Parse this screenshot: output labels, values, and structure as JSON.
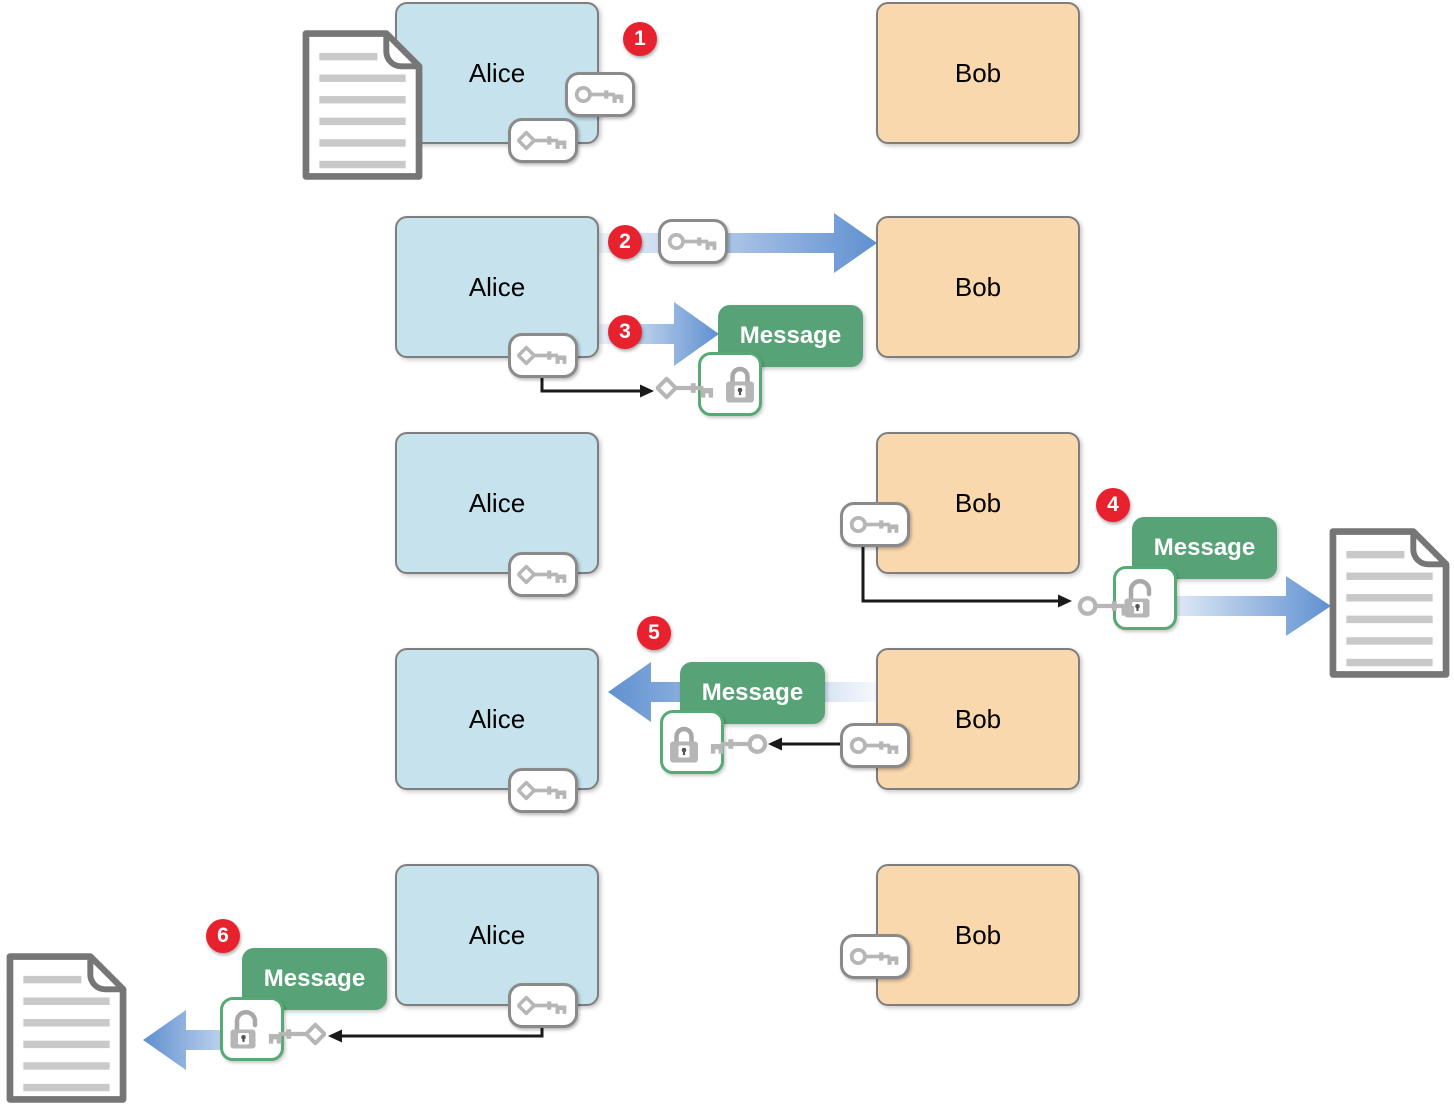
{
  "labels": {
    "alice": "Alice",
    "bob": "Bob",
    "message": "Message"
  },
  "badges": [
    "1",
    "2",
    "3",
    "4",
    "5",
    "6"
  ],
  "icons": {
    "public_key": "key-round-bow-icon",
    "private_key": "key-diamond-bow-icon",
    "lock_closed": "padlock-closed-icon",
    "lock_open": "padlock-open-icon",
    "document": "document-page-icon",
    "transfer_arrow": "thick-blue-gradient-arrow",
    "key_usage_arrow": "thin-black-arrow"
  },
  "colors": {
    "alice_box": "#c6e2ec",
    "bob_box": "#fad8ae",
    "message_box": "#57a377",
    "lock_tile_border": "#56ab74",
    "badge": "#e8212e",
    "arrow_blue": "#5f90d0",
    "arrow_blue_light": "#edf2fa",
    "key_gray": "#b6b6b6",
    "outline_gray": "#7e7e7e",
    "wire_black": "#1a1a1a",
    "doc_line_gray": "#c9c9c9"
  }
}
